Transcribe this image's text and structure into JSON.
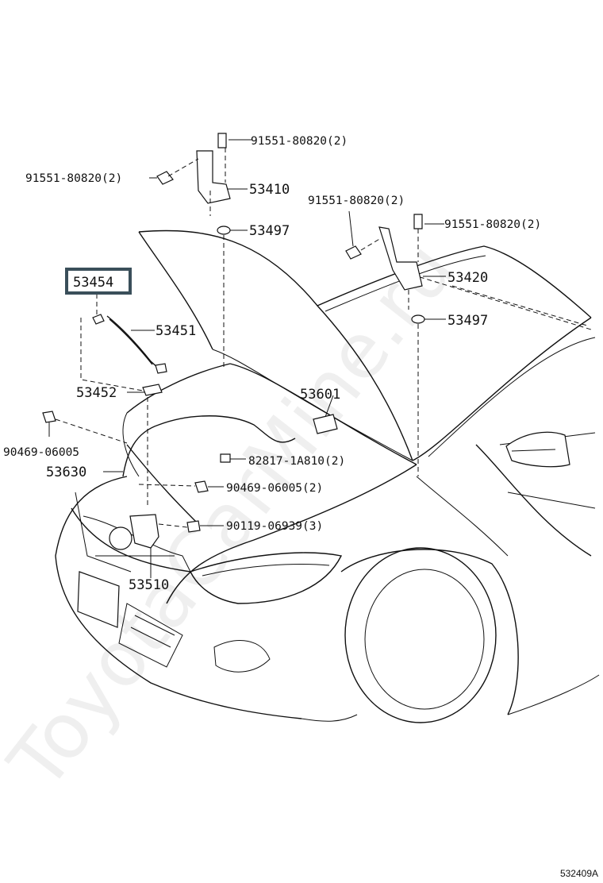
{
  "watermark": "ToyotaCarMine.ru",
  "diagram_code": "532409A",
  "highlighted_part": "53454",
  "labels": {
    "p53454": "53454",
    "p53451": "53451",
    "p53452": "53452",
    "p90469a": "90469-06005",
    "p53630": "53630",
    "p90469b": "90469-06005(2)",
    "p53510": "53510",
    "p90119": "90119-06939(3)",
    "p82817": "82817-1A810(2)",
    "p53601": "53601",
    "p91551a": "91551-80820(2)",
    "p91551b": "91551-80820(2)",
    "p53410": "53410",
    "p53497a": "53497",
    "p91551c": "91551-80820(2)",
    "p91551d": "91551-80820(2)",
    "p53420": "53420",
    "p53497b": "53497"
  }
}
